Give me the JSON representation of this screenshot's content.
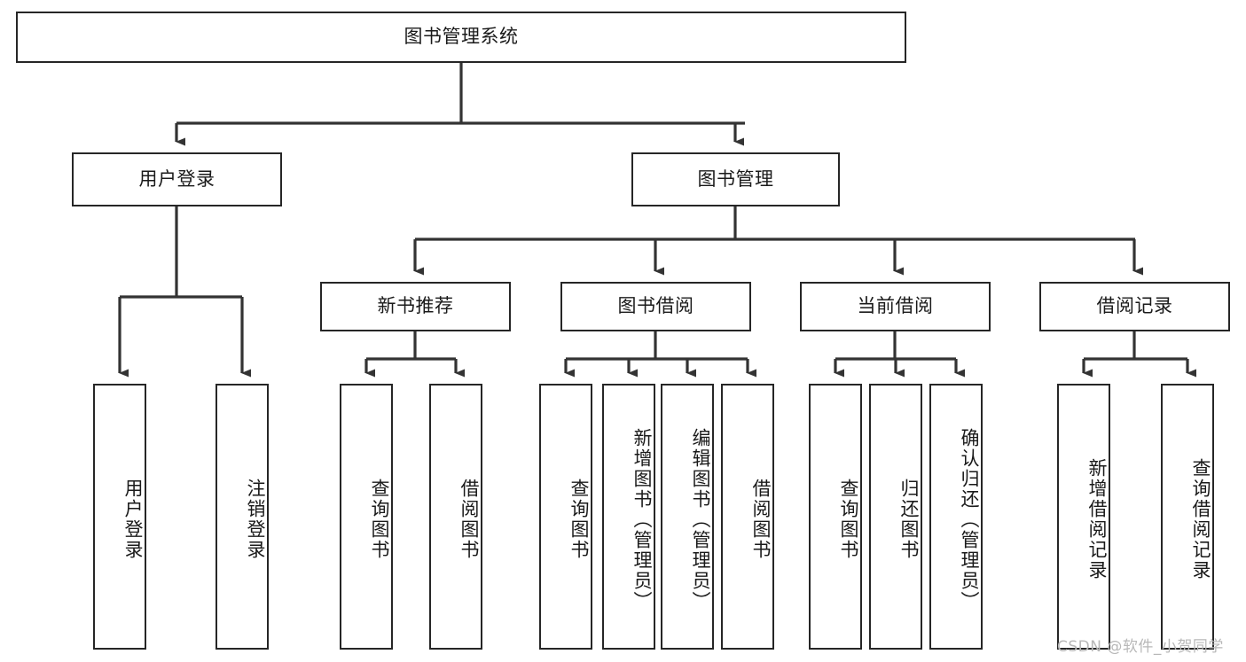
{
  "diagram": {
    "type": "hierarchy-tree",
    "title": "图书管理系统",
    "watermark": "CSDN @软件_小贺同学",
    "colors": {
      "box_border": "#262626",
      "box_fill": "#ffffff",
      "connector": "#333333",
      "text": "#1a1a1a",
      "watermark": "#b8b8b8",
      "background": "#ffffff"
    },
    "levels": {
      "root": {
        "label": "图书管理系统"
      },
      "level2": [
        {
          "label": "用户登录"
        },
        {
          "label": "图书管理"
        }
      ],
      "level3": [
        {
          "label": "新书推荐"
        },
        {
          "label": "图书借阅"
        },
        {
          "label": "当前借阅"
        },
        {
          "label": "借阅记录"
        }
      ],
      "leaves": [
        {
          "label": "用户登录",
          "parent": "用户登录"
        },
        {
          "label": "注销登录",
          "parent": "用户登录"
        },
        {
          "label": "查询图书",
          "parent": "新书推荐"
        },
        {
          "label": "借阅图书",
          "parent": "新书推荐"
        },
        {
          "label": "查询图书",
          "parent": "图书借阅"
        },
        {
          "label": "新增图书（管理员）",
          "parent": "图书借阅"
        },
        {
          "label": "编辑图书（管理员）",
          "parent": "图书借阅"
        },
        {
          "label": "借阅图书",
          "parent": "图书借阅"
        },
        {
          "label": "查询图书",
          "parent": "当前借阅"
        },
        {
          "label": "归还图书",
          "parent": "当前借阅"
        },
        {
          "label": "确认归还（管理员）",
          "parent": "当前借阅"
        },
        {
          "label": "新增借阅记录",
          "parent": "借阅记录"
        },
        {
          "label": "查询借阅记录",
          "parent": "借阅记录"
        }
      ]
    }
  }
}
